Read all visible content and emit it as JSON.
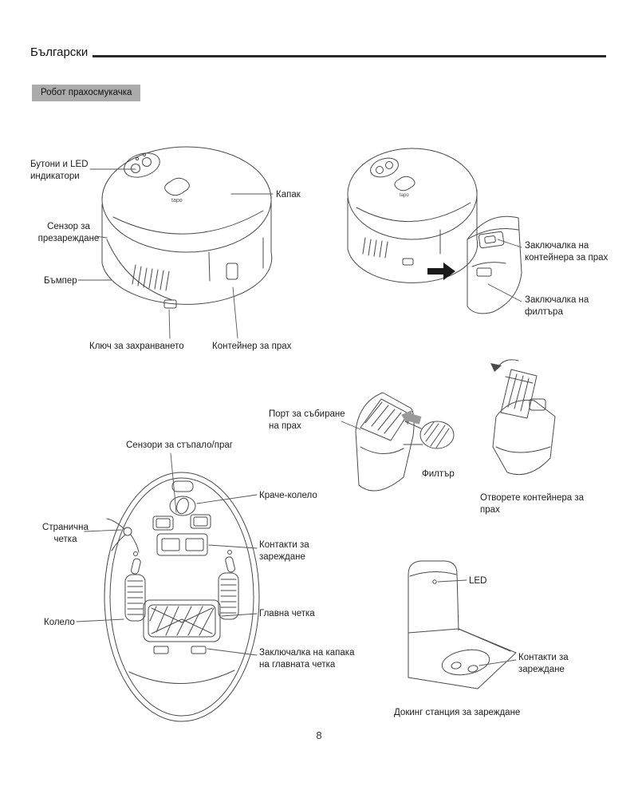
{
  "page": {
    "language_header": "Български",
    "section_badge": "Робот прахосмукачка",
    "page_number": "8",
    "brand": "tapo"
  },
  "top_view": {
    "buttons_led": "Бутони и LED индикатори",
    "cover": "Капак",
    "recharge_sensor": "Сензор за презареждане",
    "bumper": "Бъмпер",
    "power_switch": "Ключ за захранването",
    "dust_container": "Контейнер за прах"
  },
  "container_view": {
    "container_lock": "Заключалка на контейнера за прах",
    "filter_lock": "Заключалка на филтъра",
    "dust_port": "Порт за събиране на прах",
    "filter": "Филтър",
    "open_container": "Отворете контейнера за прах"
  },
  "bottom_view": {
    "cliff_sensors": "Сензори за стъпало/праг",
    "caster_wheel": "Краче-колело",
    "side_brush": "Странична четка",
    "charging_contacts": "Контакти за зареждане",
    "wheel": "Колело",
    "main_brush": "Главна четка",
    "main_brush_cover_lock": "Заключалка на капака на главната четка"
  },
  "dock": {
    "led": "LED",
    "charging_contacts": "Контакти за зареждане",
    "caption": "Докинг станция за зареждане"
  }
}
